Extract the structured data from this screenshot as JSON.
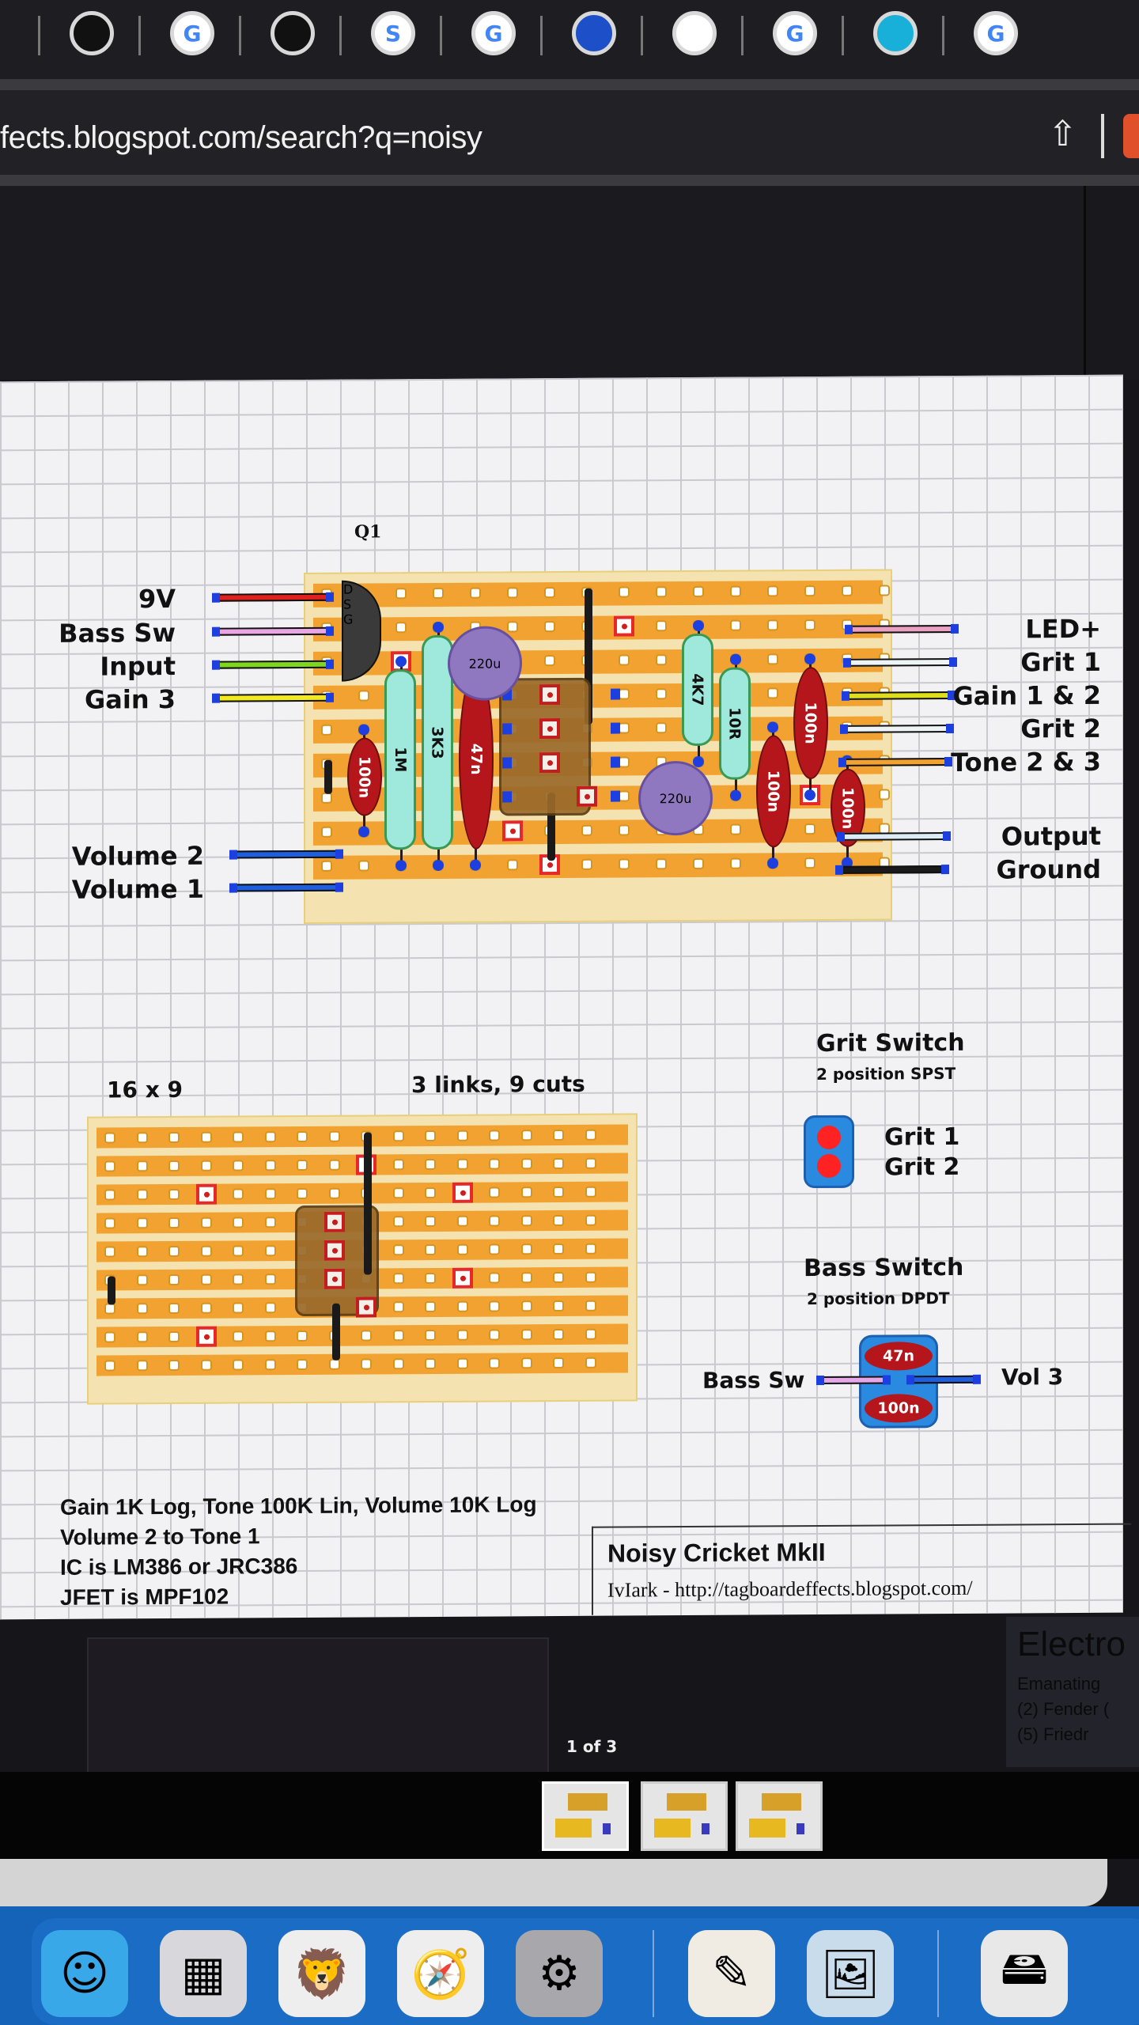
{
  "browser": {
    "tabs": [
      {
        "icon": "loading-ring-icon",
        "glyph": ""
      },
      {
        "icon": "google-icon",
        "glyph": "G"
      },
      {
        "icon": "loading-ring-icon",
        "glyph": ""
      },
      {
        "icon": "s-logo-icon",
        "glyph": "S"
      },
      {
        "icon": "google-icon",
        "glyph": "G"
      },
      {
        "icon": "blue-app-icon",
        "glyph": ""
      },
      {
        "icon": "purple-app-icon",
        "glyph": ""
      },
      {
        "icon": "google-icon",
        "glyph": "G"
      },
      {
        "icon": "cyan-app-icon",
        "glyph": ""
      },
      {
        "icon": "google-icon",
        "glyph": "G"
      }
    ],
    "url": "fects.blogspot.com/search?q=noisy",
    "share_icon": "share-icon",
    "share_glyph": "⇧"
  },
  "layout": {
    "board_top": {
      "title": "Q1",
      "left_wires": [
        {
          "label": "9V",
          "color": "#e0201c"
        },
        {
          "label": "Bass Sw",
          "color": "#eaa6e4"
        },
        {
          "label": "Input",
          "color": "#7fd61c"
        },
        {
          "label": "Gain 3",
          "color": "#f2ea1a"
        },
        {
          "label": "Volume 2",
          "color": "#1d5fe0"
        },
        {
          "label": "Volume 1",
          "color": "#1d5fe0"
        }
      ],
      "right_wires": [
        {
          "label": "LED+",
          "color": "#eaa0c0"
        },
        {
          "label": "Grit 1",
          "color": "#eef4f6"
        },
        {
          "label": "Gain 1 & 2",
          "color": "#dede1a"
        },
        {
          "label": "Grit 2",
          "color": "#eef4f6"
        },
        {
          "label": "Tone 2 & 3",
          "color": "#f1a230"
        },
        {
          "label": "Output",
          "color": "#dcecf6"
        },
        {
          "label": "Ground",
          "color": "#1a1a1a"
        }
      ],
      "jfet_pins": [
        "D",
        "S",
        "G"
      ],
      "components": {
        "ecap1": "220u",
        "ecap2": "220u",
        "r1": "1M",
        "r2": "3K3",
        "r3": "4K7",
        "r4": "10R",
        "c1": "100n",
        "c2": "47n",
        "c3": "100n",
        "c4": "100n",
        "c5": "100n"
      }
    },
    "board_bottom": {
      "size_label": "16 x 9",
      "summary": "3 links, 9 cuts"
    },
    "grit_switch": {
      "title": "Grit Switch",
      "subtitle": "2 position SPST",
      "labels": [
        "Grit 1",
        "Grit 2"
      ]
    },
    "bass_switch": {
      "title": "Bass Switch",
      "subtitle": "2 position DPDT",
      "cap_top": "47n",
      "cap_bottom": "100n",
      "left_label": "Bass Sw",
      "right_label": "Vol 3"
    },
    "notes": [
      "Gain 1K Log, Tone 100K Lin, Volume 10K Log",
      "Volume 2 to Tone 1",
      "IC is LM386 or JRC386",
      "JFET is MPF102"
    ],
    "credit": {
      "title": "Noisy Cricket MkII",
      "author": "IvIark - http://tagboardeffects.blogspot.com/"
    }
  },
  "background_page": {
    "side_heading": "Electro",
    "side_lines": [
      "Emanating",
      "(2) Fender (",
      "(5)    Friedr"
    ]
  },
  "gallery": {
    "counter": "1 of 3",
    "thumbnails": 3,
    "selected": 1
  },
  "dock": {
    "apps": [
      {
        "name": "finder",
        "glyph": "☺"
      },
      {
        "name": "launchpad",
        "glyph": "▦"
      },
      {
        "name": "brave",
        "glyph": "🦁"
      },
      {
        "name": "safari",
        "glyph": "🧭"
      },
      {
        "name": "system-settings",
        "glyph": "⚙"
      },
      {
        "name": "textedit",
        "glyph": "✎"
      },
      {
        "name": "preview",
        "glyph": "🖼"
      },
      {
        "name": "disk-utility",
        "glyph": "🖴"
      }
    ]
  }
}
